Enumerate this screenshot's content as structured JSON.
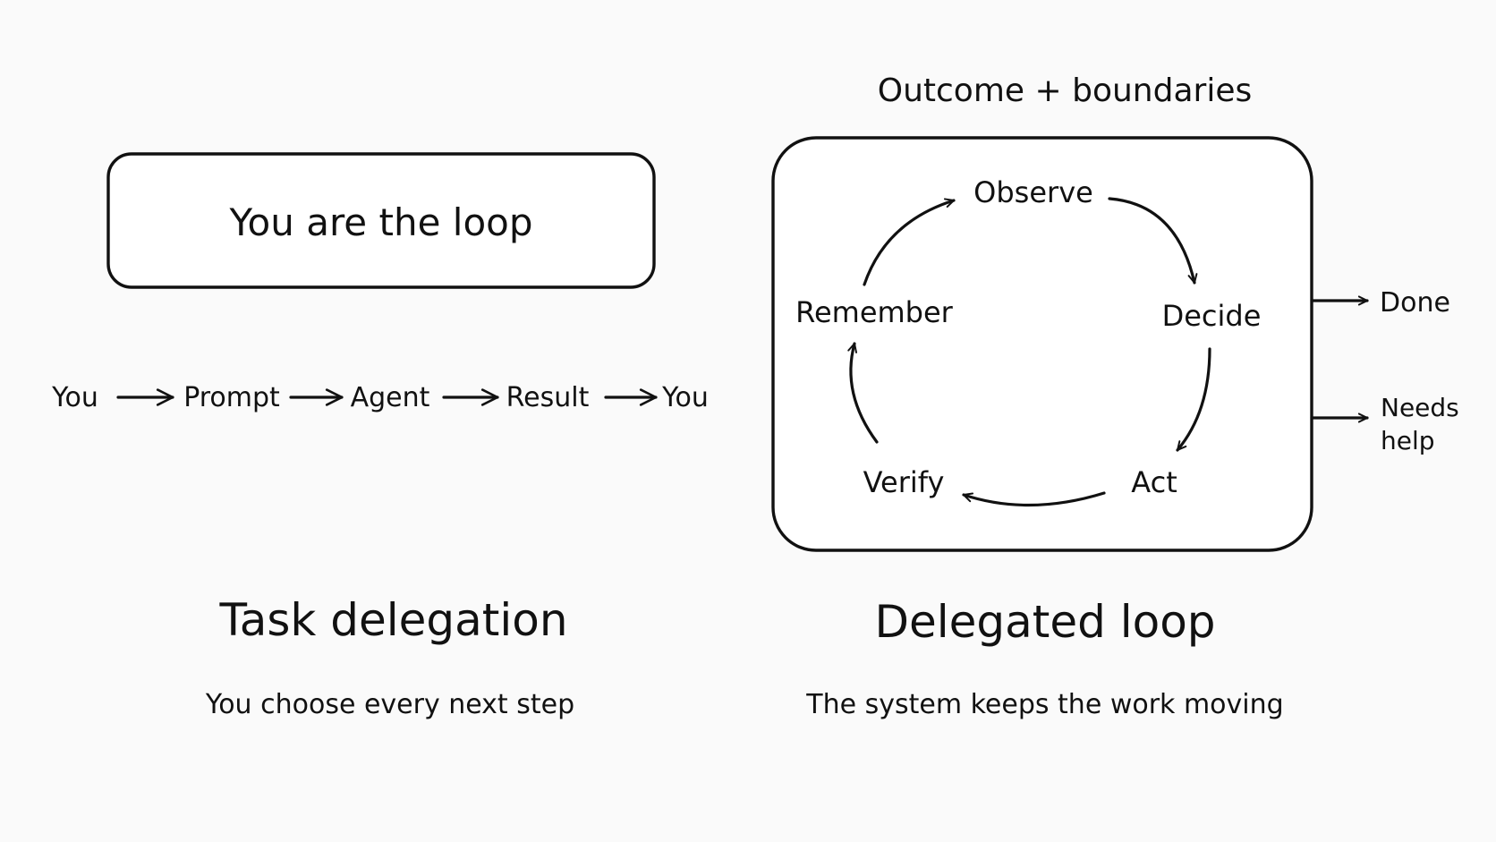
{
  "left": {
    "box_text": "You are the loop",
    "flow": [
      "You",
      "Prompt",
      "Agent",
      "Result",
      "You"
    ],
    "title": "Task delegation",
    "subtitle": "You choose every next step"
  },
  "right": {
    "header": "Outcome + boundaries",
    "loop": {
      "observe": "Observe",
      "decide": "Decide",
      "act": "Act",
      "verify": "Verify",
      "remember": "Remember"
    },
    "exits": {
      "done": "Done",
      "needs_help_line1": "Needs",
      "needs_help_line2": "help"
    },
    "title": "Delegated loop",
    "subtitle": "The system keeps the work moving"
  }
}
